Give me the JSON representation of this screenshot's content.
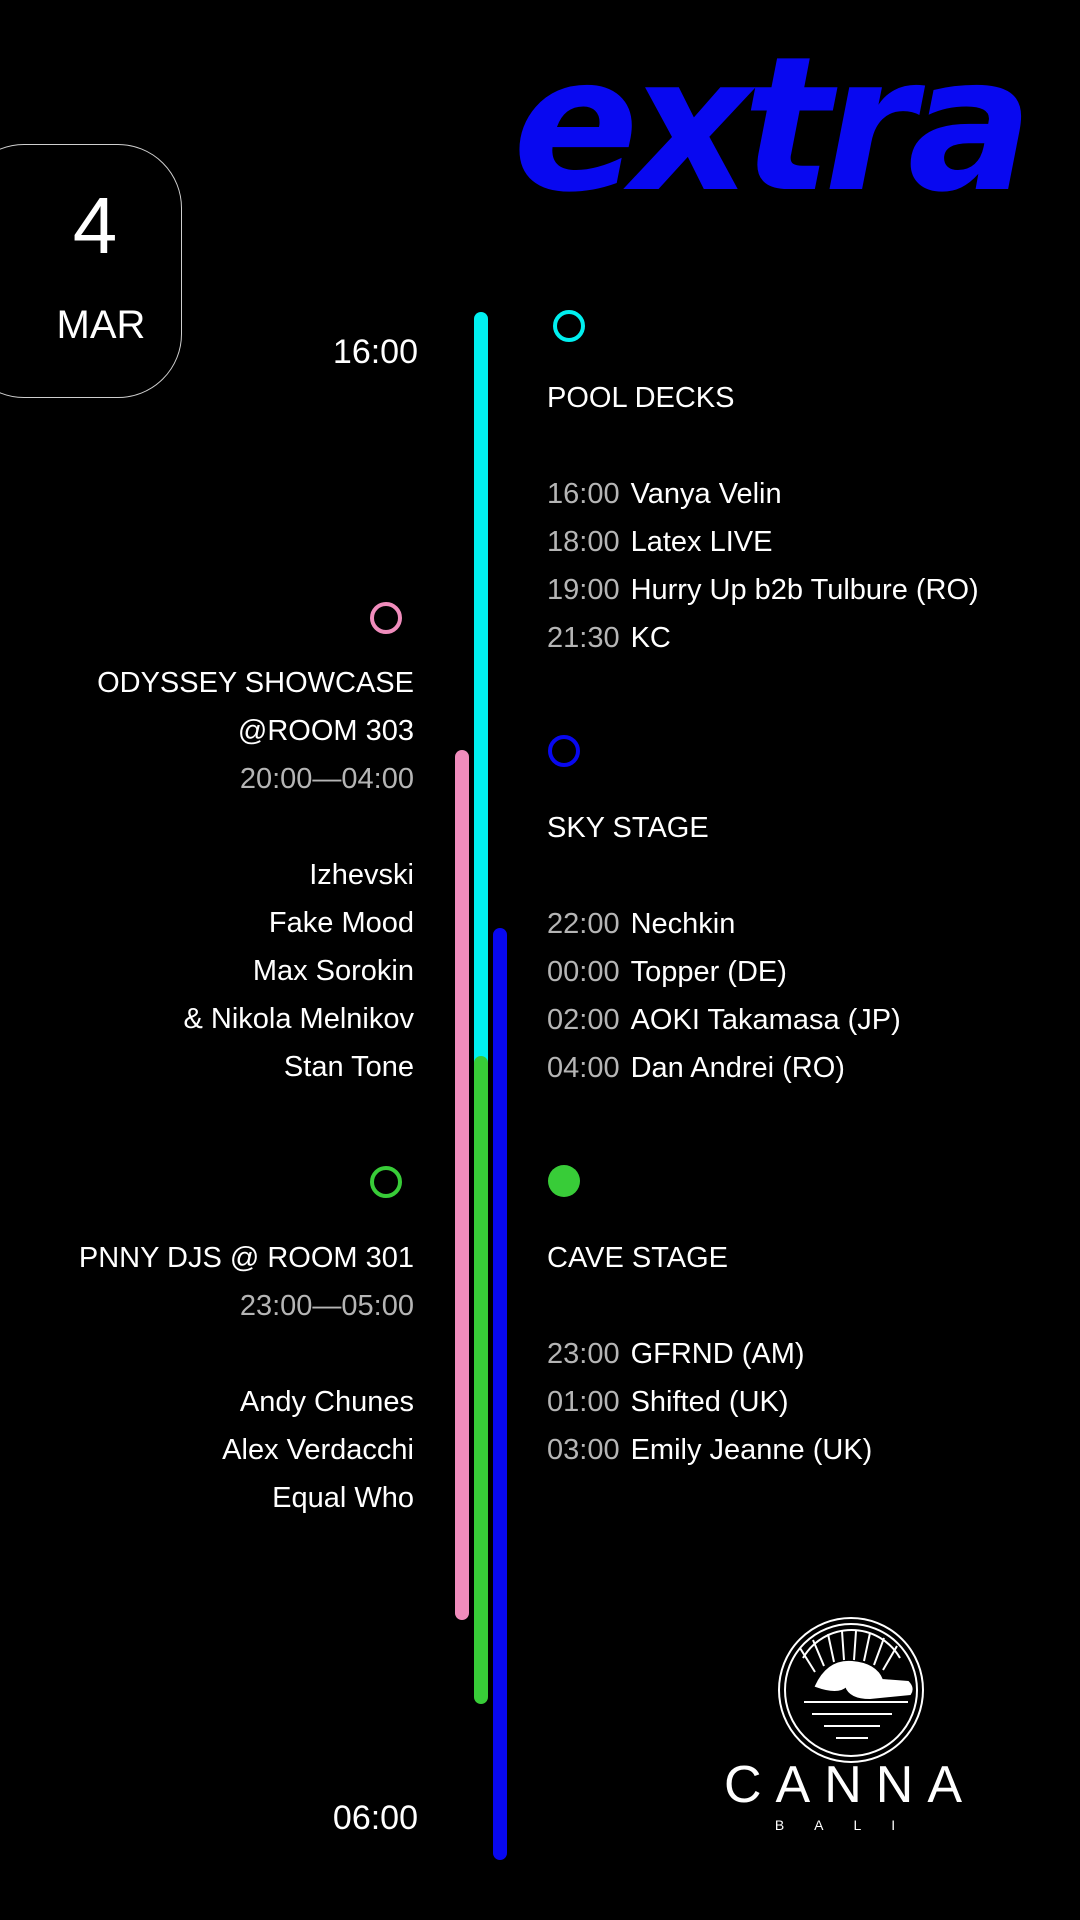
{
  "brand": "extra",
  "date": {
    "day": "4",
    "month": "MAR"
  },
  "timeline": {
    "start": "16:00",
    "end": "06:00"
  },
  "colors": {
    "cyan": "#00f0f0",
    "pink": "#f08cbc",
    "blue": "#0808f0",
    "green": "#38cc38",
    "text": "#ffffff",
    "muted": "#b5b5b5"
  },
  "right_stages": [
    {
      "title": "POOL DECKS",
      "marker": "ring",
      "color": "#00f0f0",
      "slots": [
        {
          "time": "16:00",
          "artist": "Vanya Velin"
        },
        {
          "time": "18:00",
          "artist": "Latex LIVE"
        },
        {
          "time": "19:00",
          "artist": "Hurry Up b2b Tulbure (RO)"
        },
        {
          "time": "21:30",
          "artist": "KC"
        }
      ]
    },
    {
      "title": "SKY STAGE",
      "marker": "ring",
      "color": "#0808f0",
      "slots": [
        {
          "time": "22:00",
          "artist": "Nechkin"
        },
        {
          "time": "00:00",
          "artist": "Topper (DE)"
        },
        {
          "time": "02:00",
          "artist": "AOKI Takamasa (JP)"
        },
        {
          "time": "04:00",
          "artist": "Dan Andrei (RO)"
        }
      ]
    },
    {
      "title": "CAVE STAGE",
      "marker": "dot",
      "color": "#38cc38",
      "slots": [
        {
          "time": "23:00",
          "artist": "GFRND (AM)"
        },
        {
          "time": "01:00",
          "artist": "Shifted (UK)"
        },
        {
          "time": "03:00",
          "artist": "Emily Jeanne (UK)"
        }
      ]
    }
  ],
  "left_stages": [
    {
      "title_lines": [
        "ODYSSEY SHOWCASE",
        "@ROOM 303"
      ],
      "hours": "20:00—04:00",
      "marker": "ring",
      "color": "#f08cbc",
      "artists": [
        "Izhevski",
        "Fake Mood",
        "Max Sorokin",
        "& Nikola Melnikov",
        "Stan Tone"
      ]
    },
    {
      "title_lines": [
        "PNNY DJS @ ROOM 301"
      ],
      "hours": "23:00—05:00",
      "marker": "ring",
      "color": "#38cc38",
      "artists": [
        "Andy Chunes",
        "Alex Verdacchi",
        "Equal Who"
      ]
    }
  ],
  "logo": {
    "word": "CANNA",
    "sub": "BALI",
    "icon": "canna-sun-wave-logo"
  }
}
